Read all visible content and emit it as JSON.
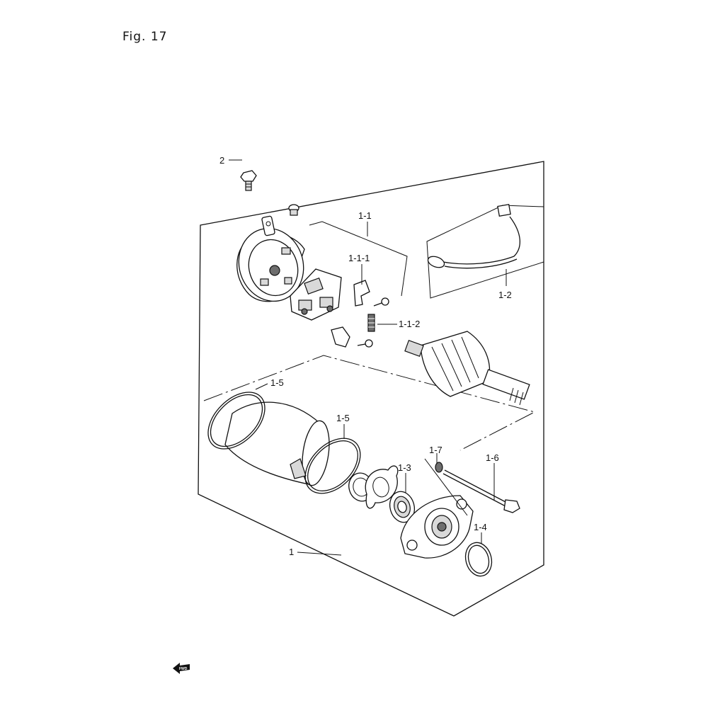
{
  "figure": {
    "title": "Fig. 17"
  },
  "callouts": {
    "c_2": "2",
    "c_1_1": "1-1",
    "c_1_1_1": "1-1-1",
    "c_1_1_2": "1-1-2",
    "c_1_2": "1-2",
    "c_1_5a": "1-5",
    "c_1_5b": "1-5",
    "c_1_7": "1-7",
    "c_1_6": "1-6",
    "c_1_3": "1-3",
    "c_1_4": "1-4",
    "c_1": "1"
  },
  "fwd_badge": "FWD"
}
